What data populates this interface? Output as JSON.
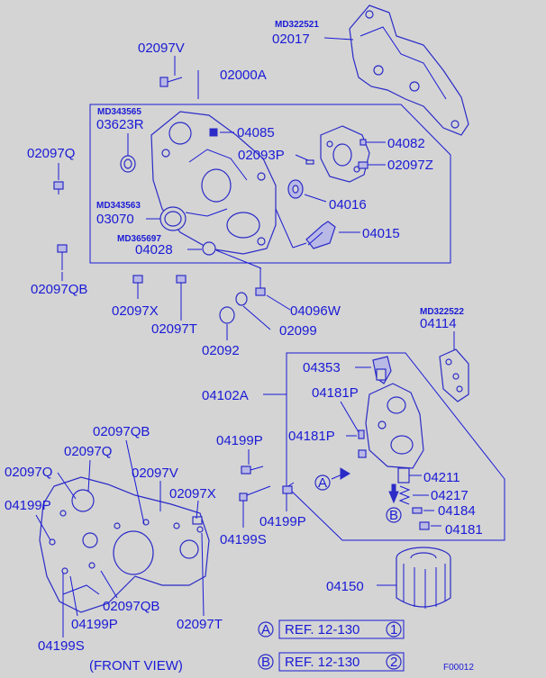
{
  "labels": {
    "md322521": "MD322521",
    "p02017": "02017",
    "p02097V_top": "02097V",
    "p02000A": "02000A",
    "md343565": "MD343565",
    "p03623R": "03623R",
    "p04085": "04085",
    "p02093P": "02093P",
    "p04082": "04082",
    "p02097Z": "02097Z",
    "p02097Q_left": "02097Q",
    "p04016": "04016",
    "md343563": "MD343563",
    "p03070": "03070",
    "md365697": "MD365697",
    "p04028": "04028",
    "p04015": "04015",
    "p02097QB_left": "02097QB",
    "p02097X_top": "02097X",
    "p02097T_top": "02097T",
    "p04096W": "04096W",
    "p02099": "02099",
    "p02092": "02092",
    "md322522": "MD322522",
    "p04114": "04114",
    "p04353": "04353",
    "p04102A": "04102A",
    "p04181P_a": "04181P",
    "p04181P_b": "04181P",
    "p04211": "04211",
    "p04217": "04217",
    "p04184": "04184",
    "p04181": "04181",
    "p04150": "04150",
    "p02097QB_bot": "02097QB",
    "p02097Q_bot1": "02097Q",
    "p02097Q_bot2": "02097Q",
    "p02097V_bot": "02097V",
    "p02097X_bot": "02097X",
    "p04199P_a": "04199P",
    "p04199P_b": "04199P",
    "p04199P_c": "04199P",
    "p04199P_d": "04199P",
    "p04199S_a": "04199S",
    "p04199S_b": "04199S",
    "p02097QB_bot2": "02097QB",
    "p02097T_bot": "02097T",
    "front_view": "(FRONT VIEW)",
    "circle_a": "A",
    "circle_b": "B",
    "ref_a_text": "REF. 12-130",
    "ref_a_num": "1",
    "ref_b_text": "REF. 12-130",
    "ref_b_num": "2",
    "footer_code": "F00012"
  },
  "colors": {
    "ink": "#1a1ad6",
    "background": "#d4d4d4"
  }
}
